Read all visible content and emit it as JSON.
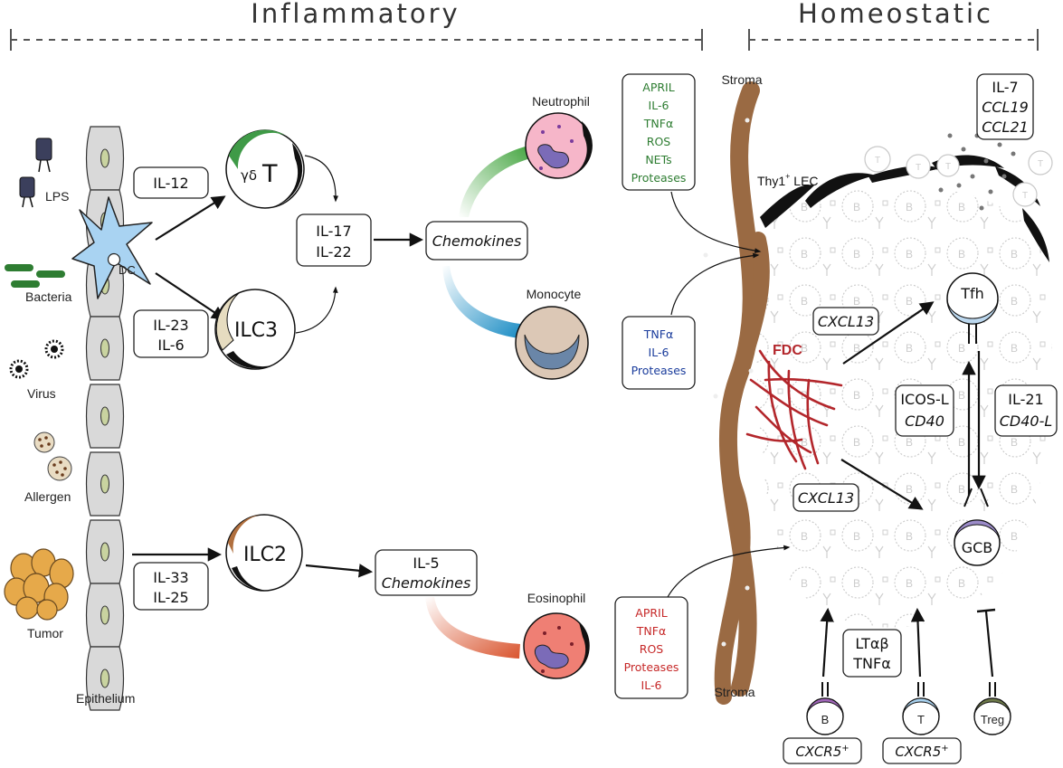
{
  "sections": {
    "inflammatory": "Inflammatory",
    "homeostatic": "Homeostatic"
  },
  "stimuli": {
    "lps": "LPS",
    "bacteria": "Bacteria",
    "virus": "Virus",
    "allergen": "Allergen",
    "tumor": "Tumor",
    "epithelium": "Epithelium"
  },
  "cells": {
    "dc": "DC",
    "gdt_prefix": "γδ",
    "gdt_main": "T",
    "ilc3": "ILC3",
    "ilc2": "ILC2",
    "neutrophil": "Neutrophil",
    "monocyte": "Monocyte",
    "eosinophil": "Eosinophil",
    "tfh": "Tfh",
    "gcb": "GCB",
    "b": "B",
    "t": "T",
    "treg": "Treg",
    "b_cell_mark": "B",
    "t_cell_mark": "T"
  },
  "boxes": {
    "il12": "IL-12",
    "il23": "IL-23",
    "il6": "IL-6",
    "il17": "IL-17",
    "il22": "IL-22",
    "chemokines": "Chemokines",
    "il33": "IL-33",
    "il25": "IL-25",
    "il5": "IL-5",
    "chemokines2": "Chemokines"
  },
  "neutrophil_factors": [
    "APRIL",
    "IL-6",
    "TNFα",
    "ROS",
    "NETs",
    "Proteases"
  ],
  "monocyte_factors": [
    "TNFα",
    "IL-6",
    "Proteases"
  ],
  "eosinophil_factors": [
    "APRIL",
    "TNFα",
    "ROS",
    "Proteases",
    "IL-6"
  ],
  "homeostatic": {
    "stroma_top": "Stroma",
    "stroma_bottom": "Stroma",
    "lec_main": "Thy1",
    "lec_sup": "+",
    "lec_rest": " LEC",
    "fdc": "FDC",
    "chemokine_box": [
      "IL-7",
      "CCL19",
      "CCL21"
    ],
    "cxcl13_top": "CXCL13",
    "cxcl13_bottom": "CXCL13",
    "icos": [
      "ICOS-L",
      "CD40"
    ],
    "il21": [
      "IL-21",
      "CD40-L"
    ],
    "lta": [
      "LTαβ",
      "TNFα"
    ],
    "cxcr5_b_main": "CXCR5",
    "cxcr5_b_sup": "+",
    "cxcr5_t_main": "CXCR5",
    "cxcr5_t_sup": "+"
  },
  "colors": {
    "neutrophil_factor_text": "#2e7d32",
    "monocyte_factor_text": "#1a3c9c",
    "eosinophil_factor_text": "#c62828",
    "fdc": "#b3262b",
    "stroma": "#9a6a43",
    "dc_fill": "#a9d3f2",
    "gdt_cap": "#3f9a47",
    "ilc3_cap": "#e6dcc0",
    "ilc2_cap": "#b06f3e",
    "tfh_cap": "#bcd8ef",
    "gcb_cap": "#9b8bc8",
    "b_cap": "#a066b8",
    "t_cap": "#a8d1ee",
    "treg_cap": "#6e7a4a"
  }
}
